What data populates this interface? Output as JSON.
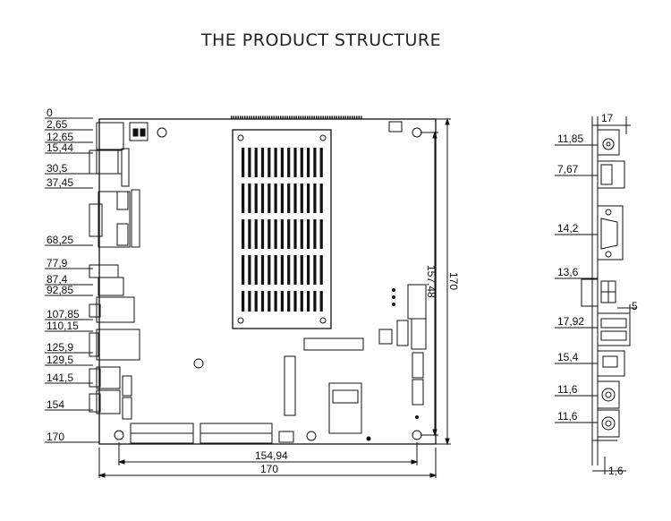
{
  "title": "THE PRODUCT STRUCTURE",
  "left_dims": [
    "0",
    "2,65",
    "12,65",
    "15,44",
    "30,5",
    "37,45",
    "68,25",
    "77,9",
    "87,4",
    "92,85",
    "107,85",
    "110,15",
    "125,9",
    "129,5",
    "141,5",
    "154",
    "170"
  ],
  "bottom_dims": {
    "inner": "154,94",
    "outer": "170"
  },
  "vertical_dims": {
    "inner": "157,48",
    "outer": "170"
  },
  "side_view": {
    "top": "17",
    "left_dims": [
      "11,85",
      "7,67",
      "14,2",
      "13,6",
      "17,92",
      "15,4",
      "11,6",
      "11,6"
    ],
    "right_dim": "5",
    "bottom_dim": "1,6"
  }
}
